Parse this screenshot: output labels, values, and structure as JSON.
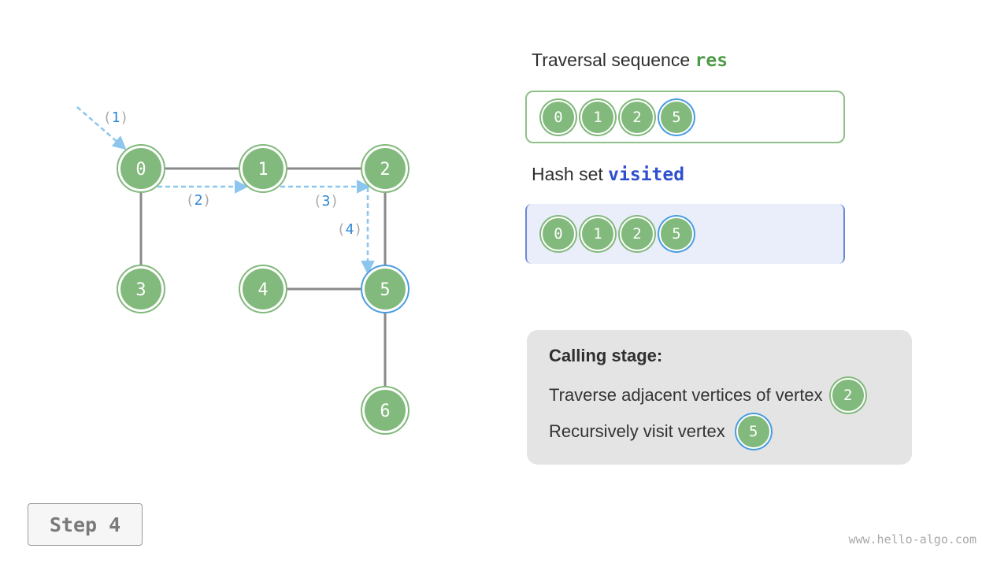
{
  "graph": {
    "vertices": [
      "0",
      "1",
      "2",
      "3",
      "4",
      "5",
      "6"
    ],
    "active_vertex": "5",
    "edges": [
      [
        "0",
        "1"
      ],
      [
        "1",
        "2"
      ],
      [
        "0",
        "3"
      ],
      [
        "2",
        "5"
      ],
      [
        "4",
        "5"
      ],
      [
        "5",
        "6"
      ]
    ],
    "step_labels": [
      {
        "open": "(",
        "num": "1",
        "close": ")"
      },
      {
        "open": "(",
        "num": "2",
        "close": ")"
      },
      {
        "open": "(",
        "num": "3",
        "close": ")"
      },
      {
        "open": "(",
        "num": "4",
        "close": ")"
      }
    ]
  },
  "res": {
    "label": "Traversal sequence ",
    "code": "res",
    "code_color": "#4f9a48",
    "items": [
      "0",
      "1",
      "2",
      "5"
    ]
  },
  "visited": {
    "label": "Hash set ",
    "code": "visited",
    "code_color": "#2f4fcf",
    "items": [
      "0",
      "1",
      "2",
      "5"
    ]
  },
  "panel": {
    "title": "Calling stage:",
    "line1_text": "Traverse adjacent vertices of vertex",
    "line1_vertex": "2",
    "line2_text": "Recursively visit vertex",
    "line2_vertex": "5"
  },
  "step": "Step 4",
  "watermark": "www.hello-algo.com",
  "colors": {
    "node_fill": "#82b97c",
    "active_ring": "#4a9de0",
    "edge": "#8a8a8a",
    "path": "#8cc6ee",
    "step_number": "#2b86d6"
  }
}
